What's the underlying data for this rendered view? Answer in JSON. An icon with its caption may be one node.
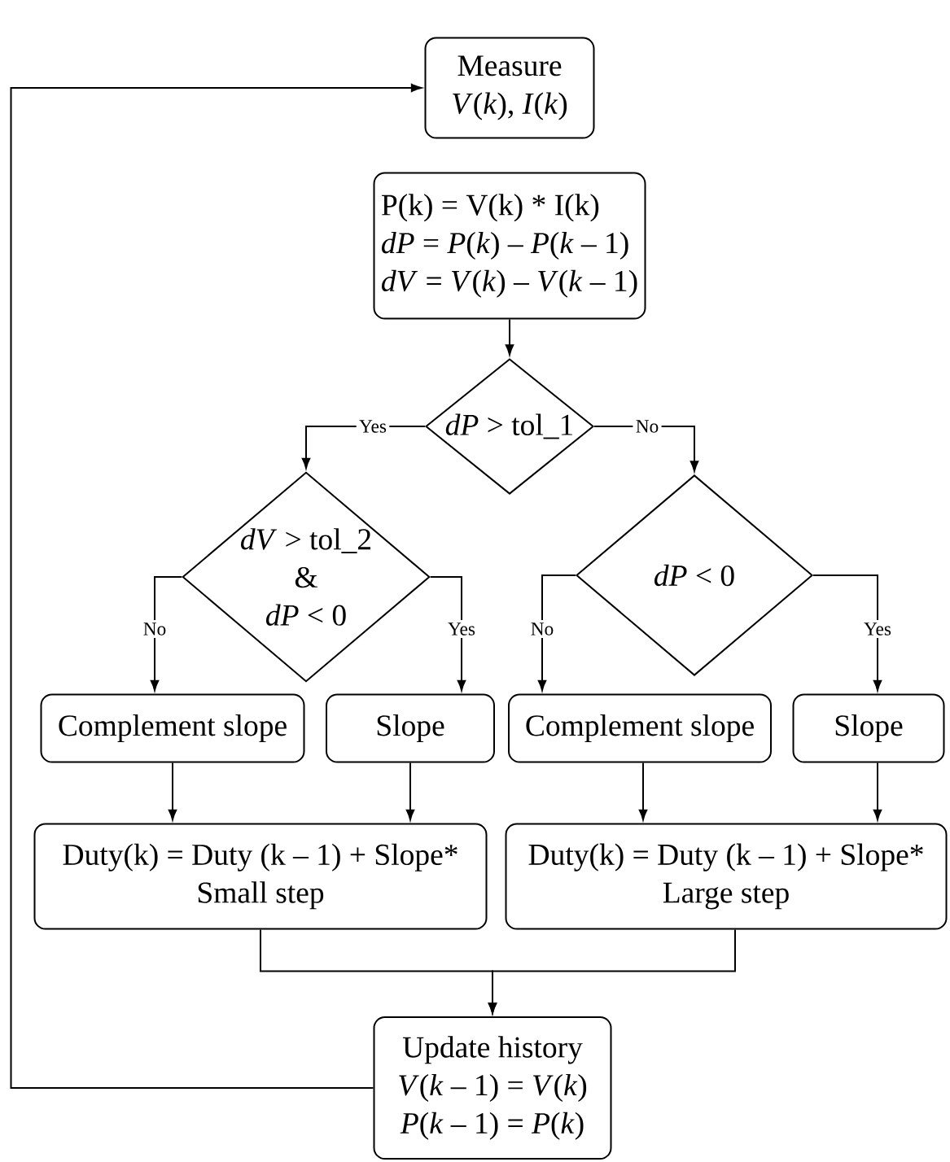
{
  "diagram": {
    "nodes": [
      {
        "text": [
          "Measure",
          "*V*(*k*), *I*(*k*)"
        ]
      },
      {
        "text": [
          "P(k) = V(k) * I(k)",
          "*dP* = *P*(*k*) – *P*(*k* – 1)",
          "*dV* = *V*(*k*) – *V*(*k* – 1)"
        ]
      },
      {
        "text": [
          "*dP* > tol_1"
        ]
      },
      {
        "text": [
          "*dV* > tol_2",
          "&",
          "*dP* < 0"
        ]
      },
      {
        "text": [
          "*dP* < 0"
        ]
      },
      {
        "text": [
          "Complement slope"
        ]
      },
      {
        "text": [
          "Slope"
        ]
      },
      {
        "text": [
          "Complement slope"
        ]
      },
      {
        "text": [
          "Slope"
        ]
      },
      {
        "text": [
          "Duty(k) = Duty (k – 1) + Slope*",
          "Small step"
        ]
      },
      {
        "text": [
          "Duty(k) = Duty (k – 1) + Slope*",
          "Large step"
        ]
      },
      {
        "text": [
          "Update history",
          "*V*(*k* – 1) = *V*(*k*)",
          "*P*(*k* – 1) = *P*(*k*)"
        ]
      }
    ],
    "edges": [
      {
        "from": 1,
        "to": 2,
        "arrow": "to"
      },
      {
        "from": 2,
        "to": 3,
        "arrow": "to",
        "label": "Yes"
      },
      {
        "from": 2,
        "to": 4,
        "arrow": "to",
        "label": "No"
      },
      {
        "from": 3,
        "to": 5,
        "arrow": "to",
        "label": "No"
      },
      {
        "from": 3,
        "to": 6,
        "arrow": "to",
        "label": "Yes"
      },
      {
        "from": 4,
        "to": 7,
        "arrow": "to",
        "label": "No"
      },
      {
        "from": 4,
        "to": 8,
        "arrow": "to",
        "label": "Yes"
      },
      {
        "from": 5,
        "to": 9,
        "arrow": "to"
      },
      {
        "from": 6,
        "to": 9,
        "arrow": "to"
      },
      {
        "from": 7,
        "to": 10,
        "arrow": "to"
      },
      {
        "from": 8,
        "to": 10,
        "arrow": "to"
      },
      {
        "from": 9,
        "to": 11,
        "arrow": "to"
      },
      {
        "from": 10,
        "to": 11,
        "arrow": "to"
      },
      {
        "from": 11,
        "to": 0,
        "arrow": "to"
      }
    ]
  }
}
